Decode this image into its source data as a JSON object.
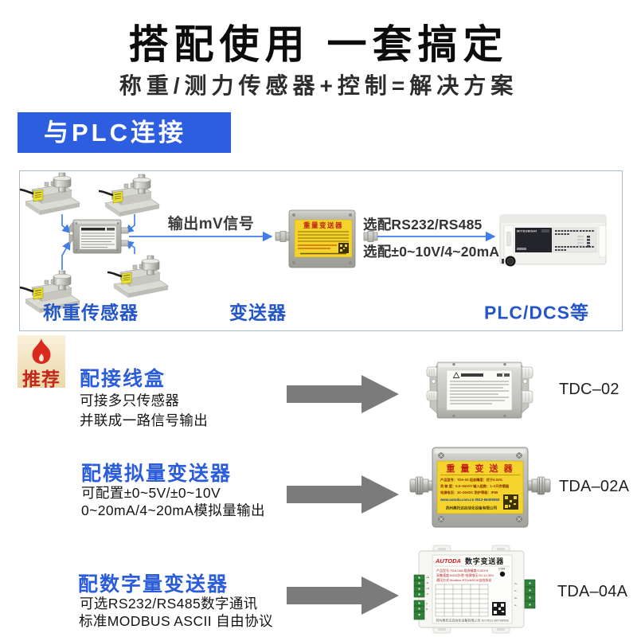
{
  "header": {
    "title": "搭配使用 一套搞定",
    "subtitle": "称重/测力传感器+控制=解决方案"
  },
  "banner": {
    "label": "与PLC连接"
  },
  "colors": {
    "accent_blue": "#2b5cd9",
    "banner_blue": "#2e5ee0",
    "diagram_arrow_blue": "#3f7ee8",
    "section_arrow_gray": "#7b7b7b",
    "badge_red": "#d9261c",
    "label_yellow": "#f4d42c"
  },
  "diagram": {
    "signal_label": "输出mV信号",
    "option_line1": "选配RS232/RS485",
    "option_line2": "选配±0~10V/4~20mA",
    "caption_sensors": "称重传感器",
    "caption_transmitter": "变送器",
    "caption_plc": "PLC/DCS等",
    "transmitter_label_title": "重量变送器",
    "plc_brand": "MITSUBISHI"
  },
  "badge": {
    "label": "推荐",
    "icon": "flame-icon"
  },
  "sections": [
    {
      "heading": "配接线盒",
      "lines": [
        "可接多只传感器",
        "并联成一路信号输出"
      ],
      "code": "TDC–02"
    },
    {
      "heading": "配模拟量变送器",
      "lines": [
        "可配置±0~5V/±0~10V",
        "0~20mA/4~20mA模拟量输出"
      ],
      "code": "TDA–02A"
    },
    {
      "heading": "配数字量变送器",
      "lines": [
        "可选RS232/RS485数字通讯",
        "标准MODBUS ASCII 自由协议"
      ],
      "code": "TDA–04A"
    }
  ],
  "products": {
    "tda02a": {
      "label_title": "重 量 变 送 器",
      "rows": [
        "产品型号：TDA-02      组态精度：优于0.01%",
        "灵 敏 度：0.5~3mV/V  输入阻数：1~2只传感器",
        "电源电压：10~26VDC   防护等级：IP65"
      ],
      "url_row": "www.autoda.com.cn   0512-66306550",
      "company_row": "苏州奥托达自动化设备有限公司"
    },
    "tda04a": {
      "brand": "AUTODA",
      "label_title": "数字变送器",
      "com_label": "COM",
      "rows": [
        "产品型号:TDA-04A  组态精度:0.001%",
        "采集速度:6920次/秒 电源电压:DC12-30V",
        "通讯方式:Modbus RTU/ASCII/自由协议"
      ],
      "company_row": "苏州奥托达自动化设备有限公司  Tel:0512-66796558"
    }
  }
}
